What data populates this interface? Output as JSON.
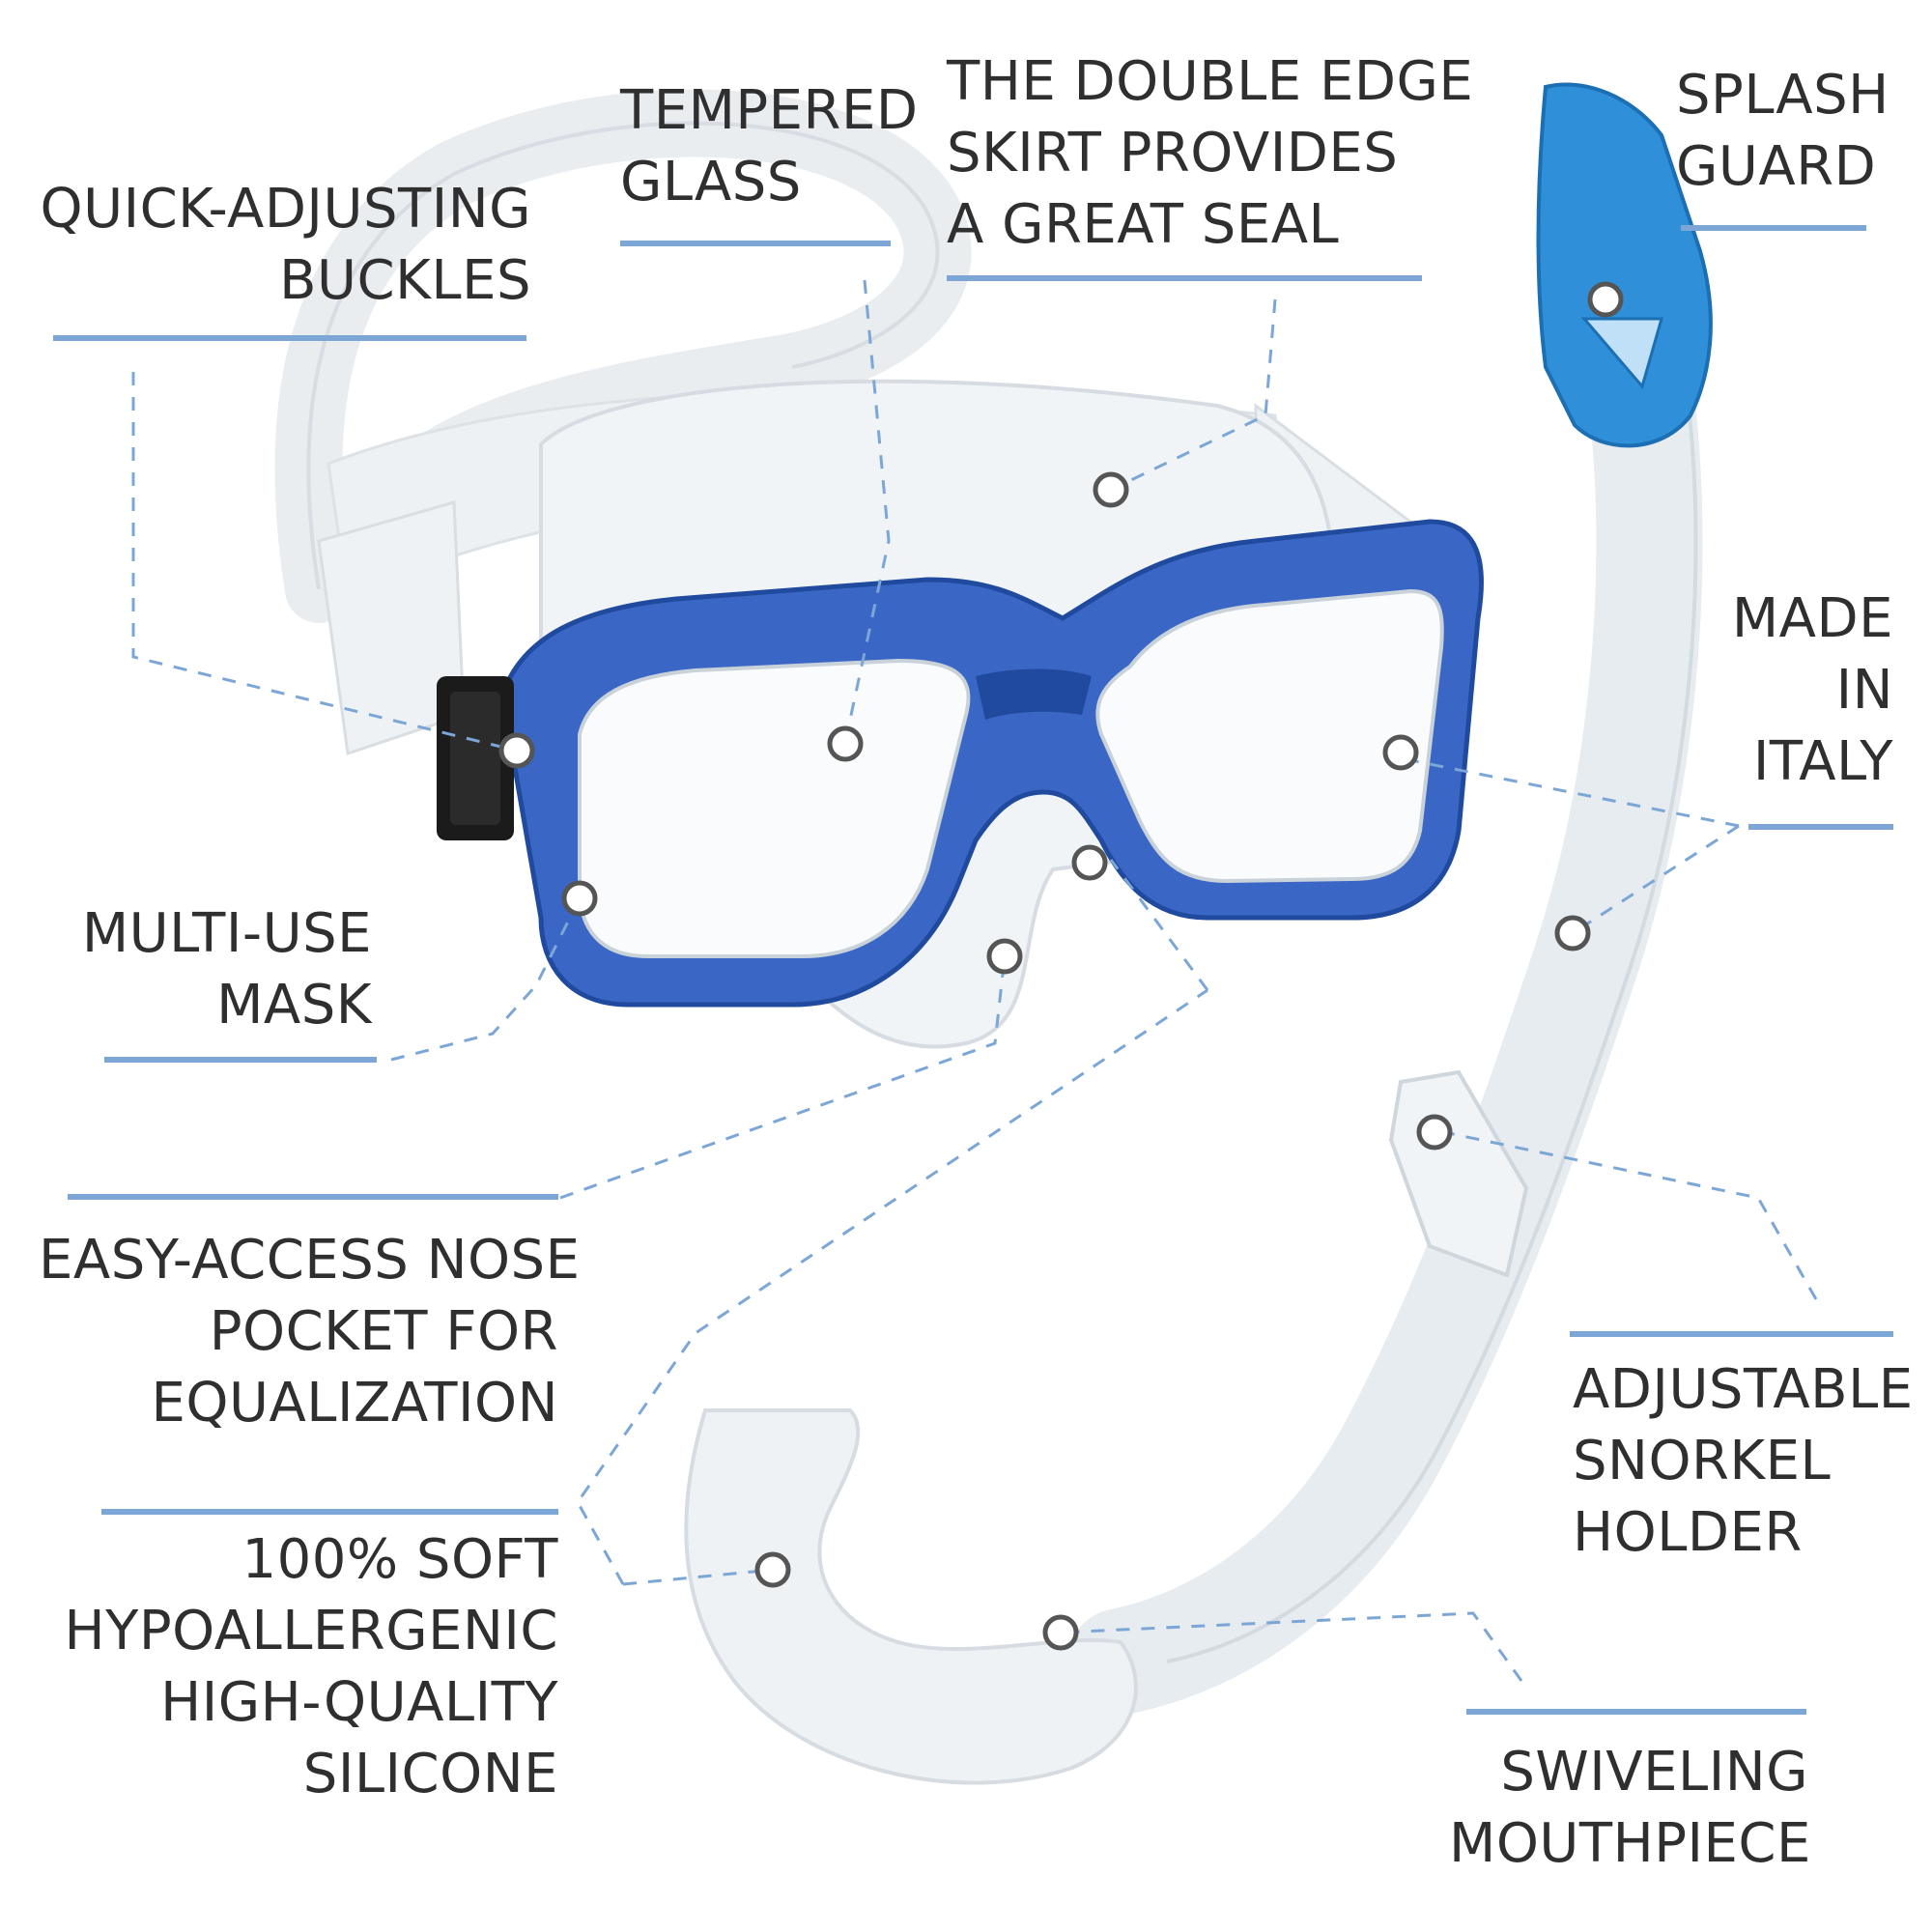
{
  "colors": {
    "accent_rule": "#7ca6d6",
    "leader_line": "#7ca6d6",
    "text": "#2f2f2f",
    "mask_frame": "#2f5fbf",
    "splash_guard": "#2f8fd8",
    "silicone": "#e6ebef",
    "buckle": "#1a1a1a"
  },
  "callouts": {
    "quick_adjusting_buckles": [
      "QUICK-ADJUSTING",
      "BUCKLES"
    ],
    "tempered_glass": [
      "TEMPERED",
      "GLASS"
    ],
    "double_edge_skirt": [
      "THE DOUBLE EDGE",
      "SKIRT PROVIDES",
      "A GREAT SEAL"
    ],
    "splash_guard": [
      "SPLASH",
      "GUARD"
    ],
    "made_in_italy": [
      "MADE",
      "IN",
      "ITALY"
    ],
    "multi_use_mask": [
      "MULTI-USE",
      "MASK"
    ],
    "nose_pocket": [
      "EASY-ACCESS NOSE",
      "POCKET FOR",
      "EQUALIZATION"
    ],
    "adjustable_holder": [
      "ADJUSTABLE",
      "SNORKEL",
      "HOLDER"
    ],
    "soft_silicone": [
      "100% SOFT",
      "HYPOALLERGENIC",
      "HIGH-QUALITY",
      "SILICONE"
    ],
    "swiveling_mouthpiece": [
      "SWIVELING",
      "MOUTHPIECE"
    ]
  },
  "icons": {
    "mask": "snorkel-mask-illustration",
    "snorkel": "snorkel-tube-illustration",
    "marker": "callout-marker-circle"
  }
}
